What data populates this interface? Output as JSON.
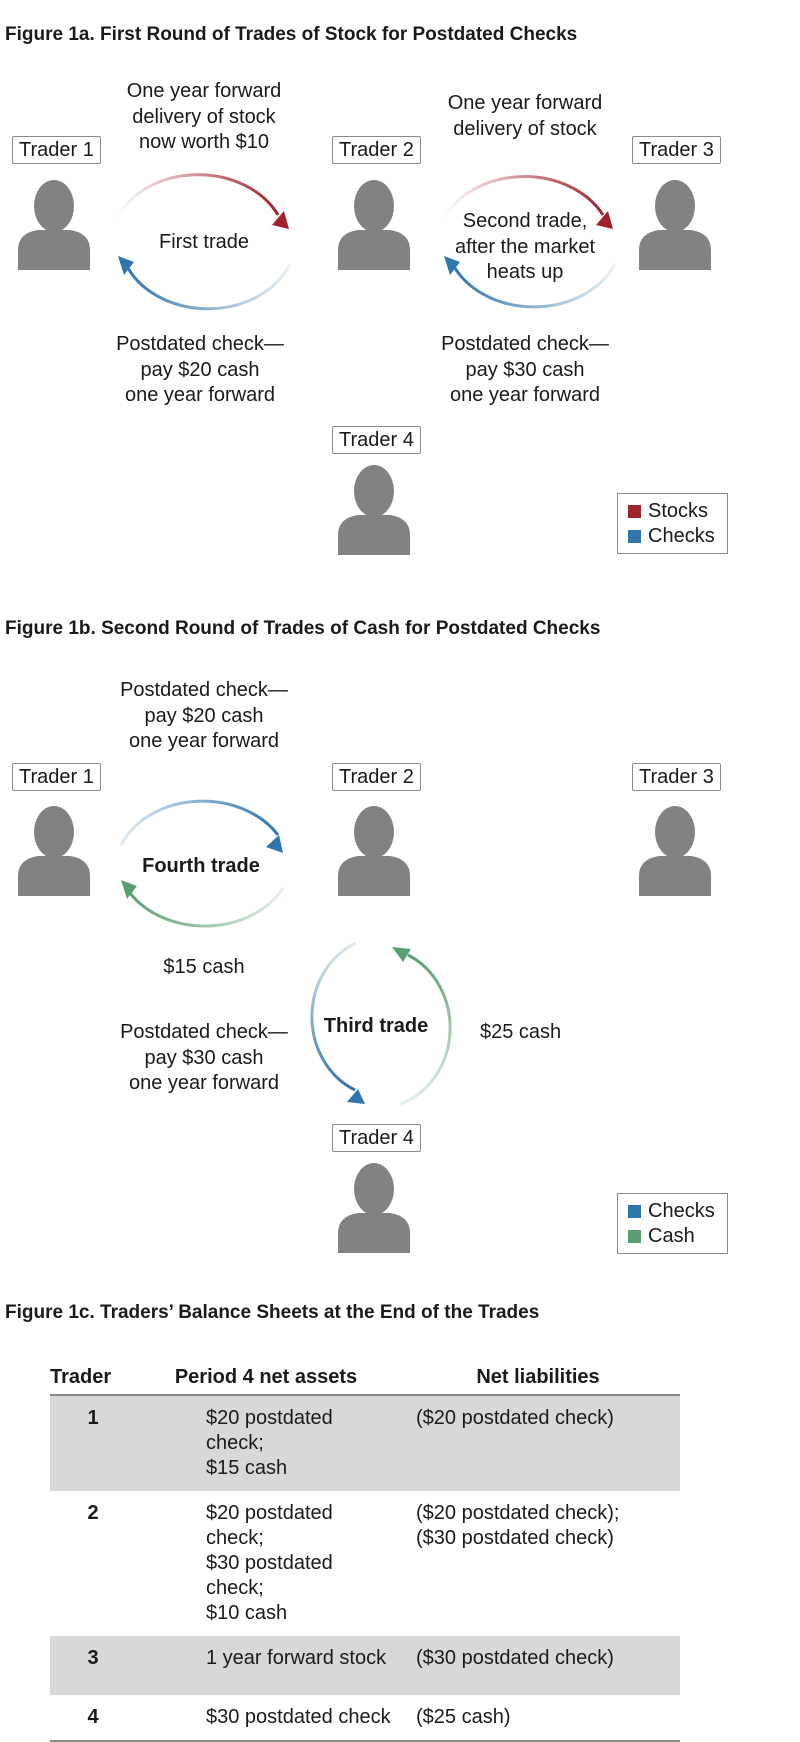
{
  "colors": {
    "stocks": "#a0222b",
    "checks": "#2f76ad",
    "cash": "#5a9e72",
    "person": "#808284"
  },
  "figure_1a": {
    "title": "Figure 1a. First Round of Trades of Stock for Postdated Checks",
    "traders": [
      "Trader 1",
      "Trader 2",
      "Trader 3",
      "Trader 4"
    ],
    "top_left": [
      "One year forward",
      "delivery of stock",
      "now worth $10"
    ],
    "top_right": [
      "One year forward",
      "delivery of stock"
    ],
    "first_trade": "First trade",
    "second_trade": [
      "Second trade,",
      "after the market",
      "heats up"
    ],
    "bottom_left": [
      "Postdated check—",
      "pay $20 cash",
      "one year forward"
    ],
    "bottom_right": [
      "Postdated check—",
      "pay $30 cash",
      "one year forward"
    ],
    "legend": [
      "Stocks",
      "Checks"
    ]
  },
  "figure_1b": {
    "title": "Figure 1b. Second Round of Trades of Cash for Postdated Checks",
    "traders": [
      "Trader 1",
      "Trader 2",
      "Trader 3",
      "Trader 4"
    ],
    "top_left": [
      "Postdated check—",
      "pay $20 cash",
      "one year forward"
    ],
    "fourth_trade": "Fourth trade",
    "cash_15": "$15 cash",
    "third_trade": "Third trade",
    "bottom_left": [
      "Postdated check—",
      "pay $30 cash",
      "one year forward"
    ],
    "cash_25": "$25 cash",
    "legend": [
      "Checks",
      "Cash"
    ]
  },
  "figure_1c": {
    "title": "Figure 1c. Traders’ Balance Sheets at the End of the Trades",
    "headers": [
      "Trader",
      "Period 4 net assets",
      "Net liabilities"
    ],
    "rows": [
      {
        "trader": "1",
        "assets": [
          "$20 postdated check;",
          "$15 cash"
        ],
        "liabilities": [
          "($20 postdated check)"
        ]
      },
      {
        "trader": "2",
        "assets": [
          "$20 postdated check;",
          "$30 postdated check;",
          "$10 cash"
        ],
        "liabilities": [
          "($20 postdated check);",
          "($30 postdated check)"
        ]
      },
      {
        "trader": "3",
        "assets": [
          "1 year forward stock"
        ],
        "liabilities": [
          "($30 postdated check)"
        ]
      },
      {
        "trader": "4",
        "assets": [
          "$30 postdated check"
        ],
        "liabilities": [
          "($25 cash)"
        ]
      }
    ]
  }
}
